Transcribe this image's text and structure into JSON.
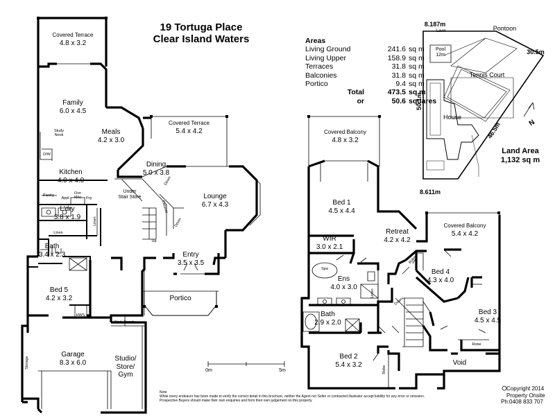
{
  "title": {
    "line1": "19 Tortuga Place",
    "line2": "Clear Island Waters"
  },
  "areas": {
    "heading": "Areas",
    "rows": [
      {
        "label": "Living Ground",
        "value": "241.6",
        "unit": "sq m"
      },
      {
        "label": "Living Upper",
        "value": "158.9",
        "unit": "sq m"
      },
      {
        "label": "Terraces",
        "value": "31.8",
        "unit": "sq m"
      },
      {
        "label": "Balconies",
        "value": "31.8",
        "unit": "sq m"
      },
      {
        "label": "Portico",
        "value": "9.4",
        "unit": "sq m"
      }
    ],
    "total_label": "Total",
    "total_value": "473.5",
    "total_unit": "sq m",
    "or_label": "or",
    "squares_value": "50.6",
    "squares_unit": "squares"
  },
  "ground_rooms": [
    {
      "name": "Covered Terrace",
      "dims": "4.8 x 3.2"
    },
    {
      "name": "Family",
      "dims": "6.0 x 4.5"
    },
    {
      "name": "Meals",
      "dims": "4.2 x 3.0"
    },
    {
      "name": "Covered Terrace",
      "dims": "5.4 x 4.2"
    },
    {
      "name": "Dining",
      "dims": "5.0 x 3.8"
    },
    {
      "name": "Kitchen",
      "dims": "4.0 x 4.0"
    },
    {
      "name": "Lounge",
      "dims": "6.7  x 4.3"
    },
    {
      "name": "L'dry",
      "dims": "3.8 x 1.9"
    },
    {
      "name": "Bath",
      "dims": "3.4 x 2.3"
    },
    {
      "name": "Entry",
      "dims": "3.5 x 3.5"
    },
    {
      "name": "Bed 5",
      "dims": "4.2 x 3.2"
    },
    {
      "name": "Portico",
      "dims": ""
    },
    {
      "name": "Garage",
      "dims": "8.3 x 6.0"
    },
    {
      "name": "Studio/ Store/ Gym",
      "dims": ""
    }
  ],
  "upper_rooms": [
    {
      "name": "Covered Balcony",
      "dims": "4.8 x 3.2"
    },
    {
      "name": "Bed 1",
      "dims": "4.5 x 4.4"
    },
    {
      "name": "Retreat",
      "dims": "4.2 x 4.2"
    },
    {
      "name": "Covered Balcony",
      "dims": "5.4 x 4.2"
    },
    {
      "name": "WIR",
      "dims": "3.0 x 2.1"
    },
    {
      "name": "Bed 4",
      "dims": "4.3 x 4.0"
    },
    {
      "name": "Ens",
      "dims": "4.0 x 3.0"
    },
    {
      "name": "Bath",
      "dims": "2.9 x 2.0"
    },
    {
      "name": "Bed 3",
      "dims": "4.5 x 4.5"
    },
    {
      "name": "Bed 2",
      "dims": "5.4 x 3.2"
    },
    {
      "name": "Void",
      "dims": ""
    }
  ],
  "small_labels": {
    "study_nook": "Study Nook",
    "dw": "D/W",
    "pantry": "Pantry",
    "appl": "Appl",
    "ovn_mw": "Ovn M/w",
    "frg": "Frg",
    "linen1": "Linen",
    "linen2": "Linen",
    "under_stair": "Under Stair Store",
    "cabinet": "Cabinet",
    "down1": "Down",
    "down2": "Down",
    "up": "Up",
    "hws": "HWS",
    "work_bench": "Work Bench",
    "storage": "Storage",
    "spa": "Spa",
    "linen3": "Linen",
    "robe1": "Robe",
    "robe2": "Robe",
    "robe3": "Robe",
    "down3": "Down"
  },
  "site": {
    "top_dim": "8.187m",
    "lawn": "Lawn",
    "pontoon": "Pontoon",
    "pool": "Pool",
    "pool_dim": "12m",
    "right_dim": "30.5m",
    "tennis": "Tennis Court",
    "left_dim": "50.1m",
    "house": "House",
    "diag_dim": "46.5m",
    "bottom_dim": "8.611m",
    "north": "N",
    "land_label": "Land Area",
    "land_value": "1,132 sq m"
  },
  "scale": {
    "start": "0m",
    "end": "5m"
  },
  "note": {
    "heading": "Note",
    "text": "While every endeavor has been made to verify the correct detail in this brochure, neither the Agent nor Seller or contracted illustrator accept liability for any error or omission. Prospective Buyers should make their own enquiries and form their own judgement on this property."
  },
  "copyright": {
    "line1": "Copyright 2014",
    "line2": "Property Onsite",
    "line3": "Ph:0408 833 707"
  },
  "colors": {
    "wall": "#000000",
    "line": "#333333",
    "site_fill": "#ffffff"
  }
}
